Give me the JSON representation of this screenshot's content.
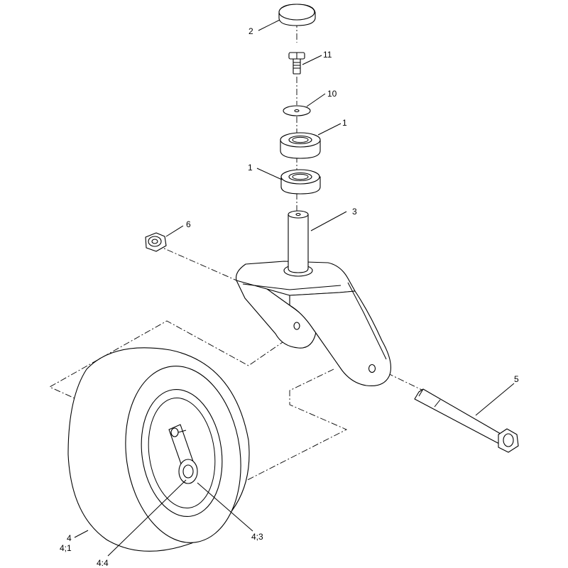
{
  "labels": {
    "cap": "2",
    "bolt_small": "11",
    "washer": "10",
    "bearing_upper": "1",
    "bearing_lower": "1",
    "fork": "3",
    "nut": "6",
    "axle_bolt": "5",
    "wheel_assembly": "4",
    "tire": "4;1",
    "hub": "4;3",
    "bushing": "4:4"
  },
  "icons": {
    "cap": "dust-cap-icon",
    "bolt_small": "flange-bolt-icon",
    "washer": "flat-washer-icon",
    "bearing": "ball-bearing-icon",
    "fork": "caster-fork-icon",
    "nut": "flange-nut-icon",
    "axle_bolt": "axle-bolt-icon",
    "wheel": "wheel-tire-icon"
  }
}
